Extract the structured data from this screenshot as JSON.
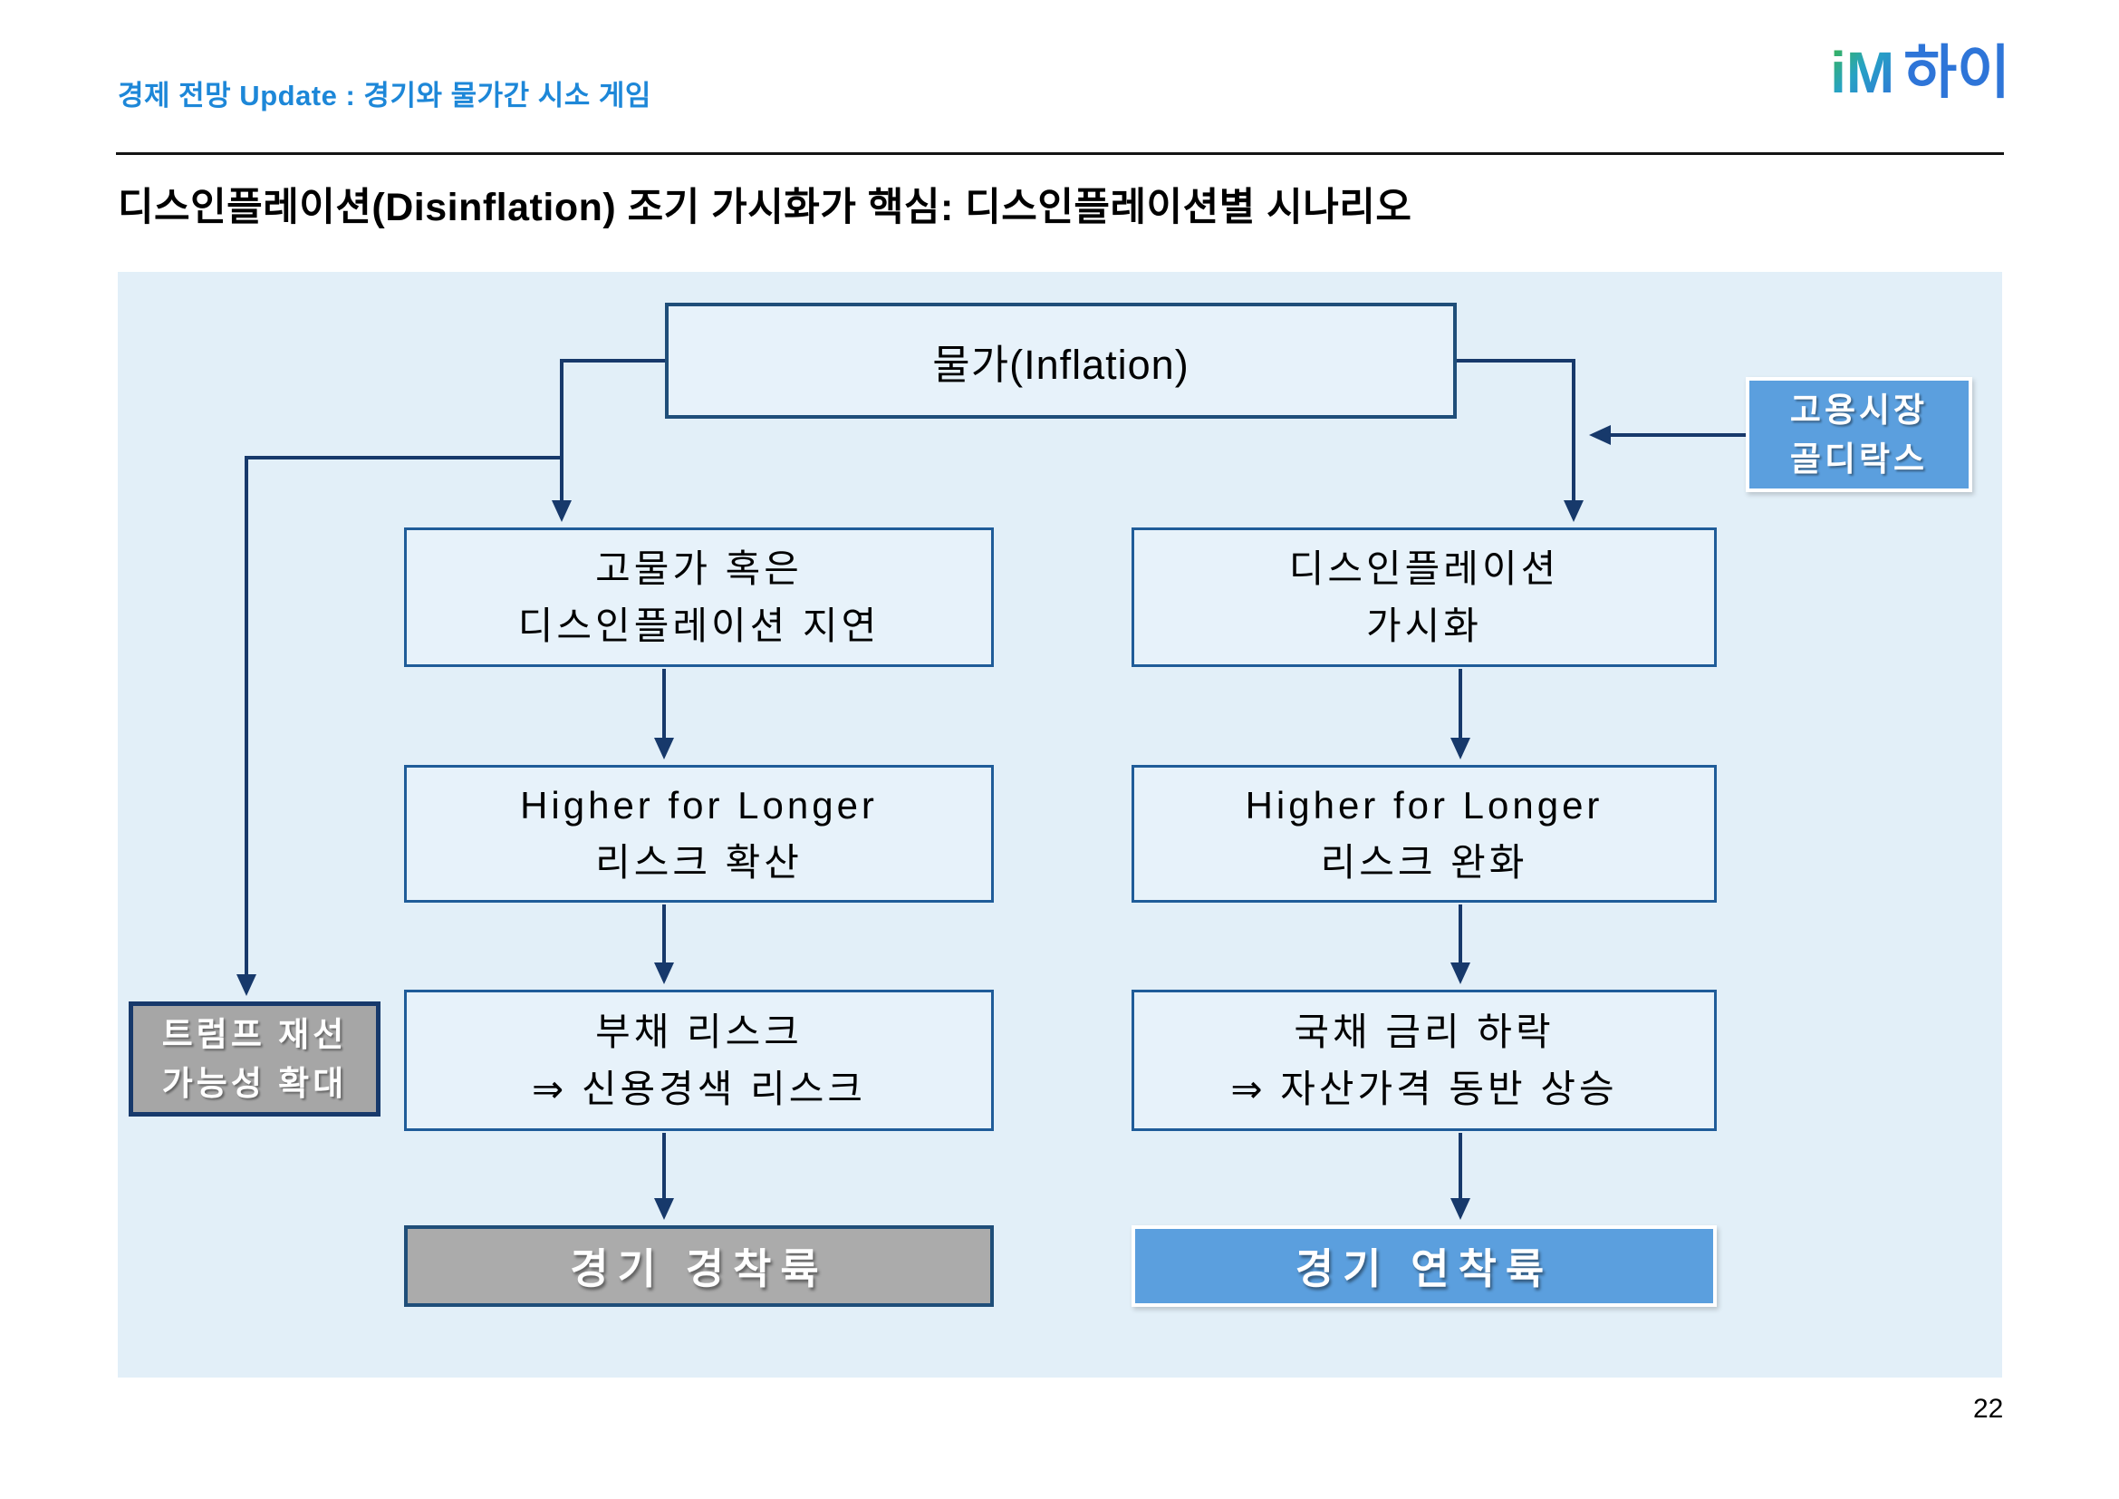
{
  "header": {
    "breadcrumb": "경제 전망 Update : 경기와 물가간 시소 게임",
    "logo_im": "iM",
    "logo_suffix": "하이"
  },
  "title": "디스인플레이션(Disinflation) 조기 가시화가 핵심: 디스인플레이션별 시나리오",
  "page_number": "22",
  "colors": {
    "header_blue": "#1d87d8",
    "panel_bg": "#e2eff8",
    "box_border": "#1f5c99",
    "root_border": "#1f4e79",
    "arrow": "#17396b",
    "accent_blue_fill": "#5b9fde",
    "gray_fill": "#ababab",
    "trump_gray": "#a6a6a6"
  },
  "flowchart": {
    "root": {
      "label": "물가(Inflation)"
    },
    "side_right": {
      "line1": "고용시장",
      "line2": "골디락스"
    },
    "side_left": {
      "line1": "트럼프 재선",
      "line2": "가능성 확대"
    },
    "left_branch": {
      "steps": [
        {
          "line1": "고물가 혹은",
          "line2": "디스인플레이션 지연"
        },
        {
          "line1": "Higher for Longer",
          "line2": "리스크 확산"
        },
        {
          "line1": "부채 리스크",
          "line2": "⇒ 신용경색 리스크"
        }
      ],
      "result": "경기 경착륙"
    },
    "right_branch": {
      "steps": [
        {
          "line1": "디스인플레이션",
          "line2": "가시화"
        },
        {
          "line1": "Higher for Longer",
          "line2": "리스크 완화"
        },
        {
          "line1": "국채 금리 하락",
          "line2": "⇒ 자산가격 동반 상승"
        }
      ],
      "result": "경기 연착륙"
    }
  }
}
